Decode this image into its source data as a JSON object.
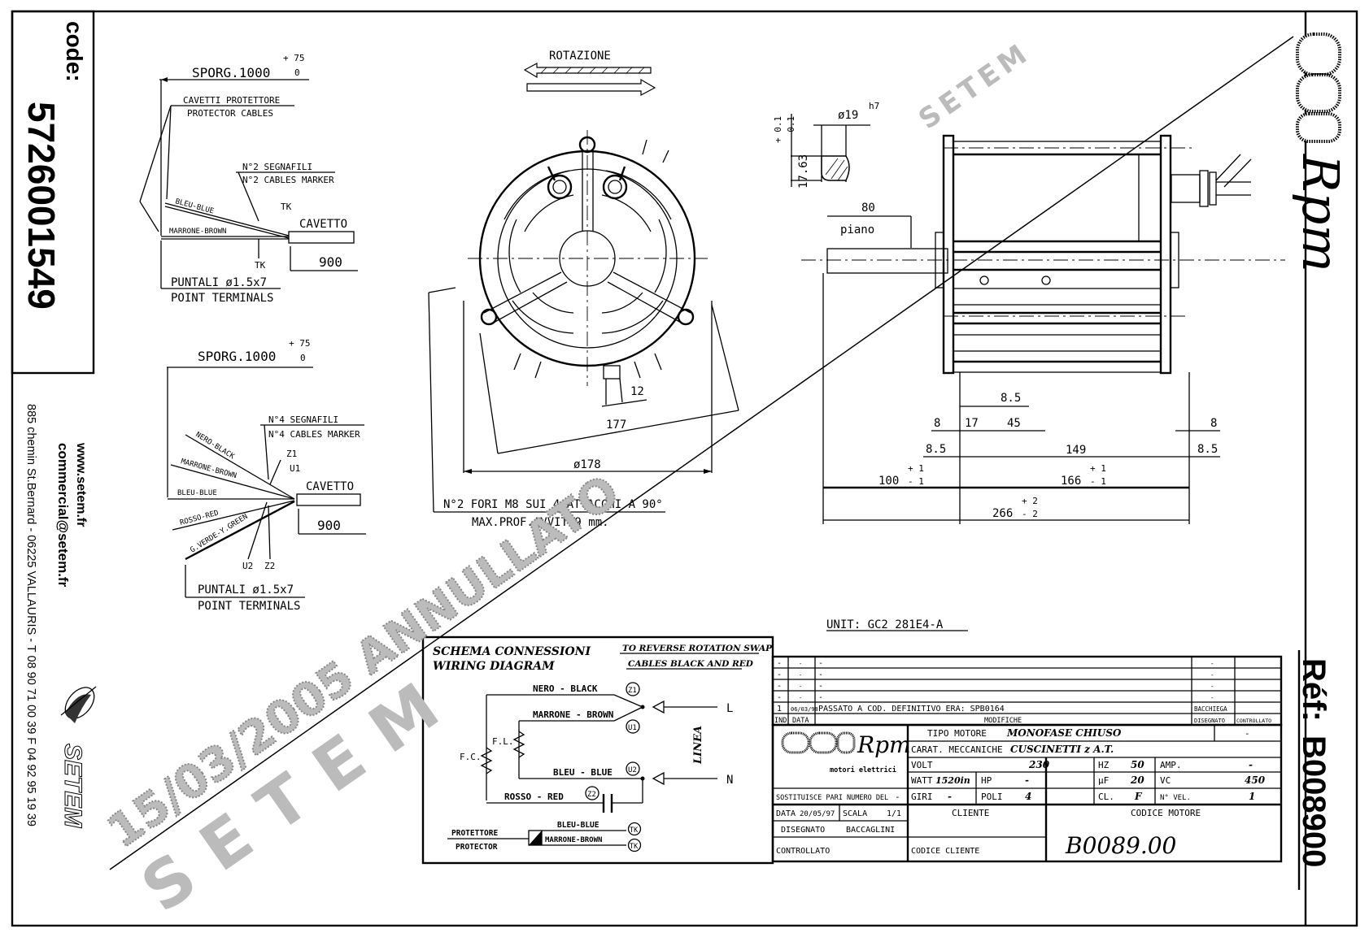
{
  "sidebar": {
    "code_label": "code:",
    "code_value": "5726001549",
    "website": "www.setem.fr",
    "email": "commercial@setem.fr",
    "address": "885 chemin St.Bernard - 06225 VALLAURIS - T 08 90 71 00 39  F 04 92 95 19 39",
    "brand": "SETEM"
  },
  "cable_detail_2": {
    "sporg": "SPORG.1000",
    "tol_plus": "+ 75",
    "tol_zero": "0",
    "protector_it": "CAVETTI PROTETTORE",
    "protector_en": "PROTECTOR CABLES",
    "marker_it": "N°2 SEGNAFILI",
    "marker_en": "N°2 CABLES MARKER",
    "wire_blue": "BLEU-BLUE",
    "wire_brown": "MARRONE-BROWN",
    "tk_top": "TK",
    "tk_bottom": "TK",
    "cable": "CAVETTO",
    "cable_len": "900",
    "terminals_it": "PUNTALI ø1.5x7",
    "terminals_en": "POINT TERMINALS"
  },
  "cable_detail_4": {
    "sporg": "SPORG.1000",
    "tol_plus": "+ 75",
    "tol_zero": "0",
    "marker_it": "N°4 SEGNAFILI",
    "marker_en": "N°4 CABLES MARKER",
    "wires": [
      "NERO-BLACK",
      "MARRONE-BROWN",
      "BLEU-BLUE",
      "ROSSO-RED",
      "G.VERDE-Y.GREEN"
    ],
    "z1": "Z1",
    "u1": "U1",
    "u2": "U2",
    "z2": "Z2",
    "cable": "CAVETTO",
    "cable_len": "900",
    "terminals_it": "PUNTALI ø1.5x7",
    "terminals_en": "POINT TERMINALS"
  },
  "front_view": {
    "rotation_label": "ROTAZIONE",
    "dim_12": "12",
    "dim_177": "177",
    "dim_178": "ø178",
    "note_line1": "N°2 FORI M8 SUI 4 ATTACCHI A 90°",
    "note_line2": "MAX.PROF.AVVIT.9 mm."
  },
  "side_view": {
    "shaft_dia": "ø19",
    "shaft_fit": "h7",
    "flat_dim": "17.63",
    "flat_tol_plus": "+ 0.1",
    "flat_tol_minus": "- 0.1",
    "dim_80": "80",
    "piano": "piano",
    "dim_8_left": "8",
    "dim_17": "17",
    "dim_45": "45",
    "dim_8_5_top": "8.5",
    "dim_8_right": "8",
    "dim_8_5_left": "8.5",
    "dim_149": "149",
    "dim_8_5_right": "8.5",
    "dim_100": "100",
    "dim_100_tol_plus": "+ 1",
    "dim_100_tol_minus": "- 1",
    "dim_166": "166",
    "dim_166_tol_plus": "+ 1",
    "dim_166_tol_minus": "- 1",
    "dim_266": "266",
    "dim_266_tol_plus": "+ 2",
    "dim_266_tol_minus": "- 2"
  },
  "unit_label": "UNIT: GC2 281E4-A",
  "wiring": {
    "title_it": "SCHEMA CONNESSIONI",
    "title_en": "WIRING DIAGRAM",
    "reverse_line1": "TO REVERSE ROTATION SWAP",
    "reverse_line2": "CABLES BLACK AND RED",
    "black": "NERO - BLACK",
    "brown": "MARRONE - BROWN",
    "blue": "BLEU - BLUE",
    "red": "ROSSO - RED",
    "fc": "F.C.",
    "fl": "F.L.",
    "z1": "Z1",
    "u1": "U1",
    "u2": "U2",
    "z2": "Z2",
    "line_l": "L",
    "line_n": "N",
    "linea": "LINEA",
    "protector_it": "PROTETTORE",
    "protector_en": "PROTECTOR",
    "prot_blue": "BLEU-BLUE",
    "prot_brown": "MARRONE-BROWN",
    "tk": "TK"
  },
  "revisions": {
    "rows": [
      {
        "ind": "-",
        "data": "-",
        "mod": "-",
        "dis": "-",
        "ctrl": ""
      },
      {
        "ind": "-",
        "data": "-",
        "mod": "-",
        "dis": "-",
        "ctrl": ""
      },
      {
        "ind": "-",
        "data": "-",
        "mod": "-",
        "dis": "-",
        "ctrl": ""
      },
      {
        "ind": "-",
        "data": "-",
        "mod": "-",
        "dis": "-",
        "ctrl": ""
      },
      {
        "ind": "1",
        "data": "06/03/98",
        "mod": "PASSATO A COD. DEFINITIVO ERA: SPB0164",
        "dis": "BACCHIEGA",
        "ctrl": ""
      }
    ],
    "headers": {
      "ind": "IND",
      "data": "DATA",
      "mod": "MODIFICHE",
      "dis": "DISEGNATO",
      "ctrl": "CONTROLLATO"
    }
  },
  "title_block": {
    "logo_text": "Rpm",
    "logo_sub": "motori elettrici",
    "tipo_motore_label": "TIPO MOTORE",
    "tipo_motore": "MONOFASE CHIUSO",
    "tipo_extra": "-",
    "carat_label": "CARAT. MECCANICHE",
    "carat": "CUSCINETTI z A.T.",
    "volt_label": "VOLT",
    "volt": "230",
    "hz_label": "HZ",
    "hz": "50",
    "amp_label": "AMP.",
    "amp": "-",
    "watt_label": "WATT",
    "watt": "1520in",
    "hp_label": "HP",
    "hp": "-",
    "uf_label": "µF",
    "uf": "20",
    "vc_label": "VC",
    "vc": "450",
    "sostituisce_label": "SOSTITUISCE PARI NUMERO DEL",
    "sostituisce": "-",
    "giri_label": "GIRI",
    "giri": "-",
    "poli_label": "POLI",
    "poli": "4",
    "cl_label": "CL.",
    "cl": "F",
    "nvel_label": "N° VEL.",
    "nvel": "1",
    "data_label": "DATA",
    "data": "20/05/97",
    "scala_label": "SCALA",
    "scala": "1/1",
    "cliente_label": "CLIENTE",
    "codice_motore_label": "CODICE MOTORE",
    "disegnato_label": "DISEGNATO",
    "disegnato": "BACCAGLINI",
    "controllato_label": "CONTROLLATO",
    "codice_cliente_label": "CODICE CLIENTE",
    "codice_motore": "B0089.00"
  },
  "right_brand": "Rpm",
  "ref_label": "Réf:",
  "ref_value": "B008900",
  "stamp": {
    "date_text": "15/03/2005 ANNULLATO",
    "brand_text": "SETEM"
  }
}
